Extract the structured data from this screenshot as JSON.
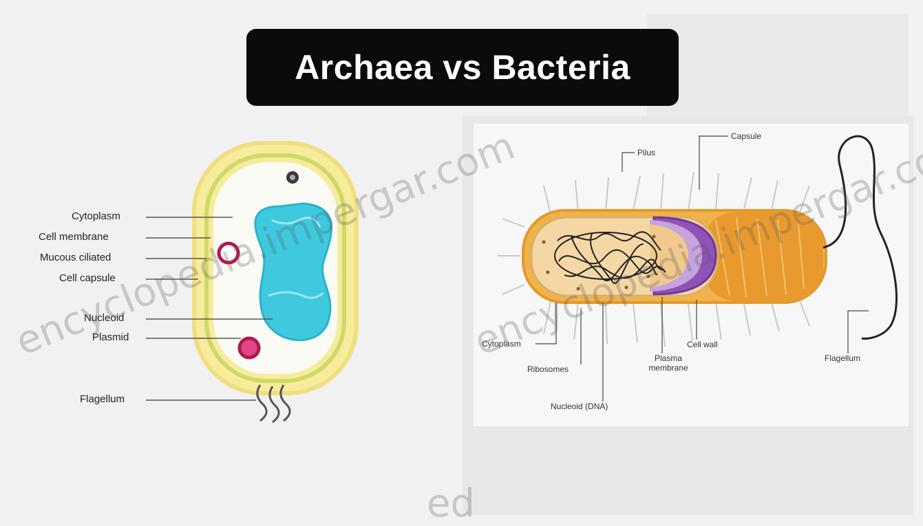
{
  "title": "Archaea vs Bacteria",
  "archaea": {
    "labels": {
      "cytoplasm": "Cytoplasm",
      "cell_membrane": "Cell membrane",
      "mucous": "Mucous ciliated",
      "cell_capsule": "Cell capsule",
      "nucleoid": "Nucleoid",
      "plasmid": "Plasmid",
      "flagellum": "Flagellum"
    }
  },
  "bacteria": {
    "labels": {
      "pilus": "Pilus",
      "capsule": "Capsule",
      "cytoplasm": "Cytoplasm",
      "ribosomes": "Ribosomes",
      "nucleoid_dna": "Nucleoid (DNA)",
      "plasma_membrane": "Plasma membrane",
      "cell_wall": "Cell wall",
      "flagellum": "Flagellum"
    }
  },
  "watermarks": {
    "left_line1": "encyclopedia.impergar.com",
    "right_line1": "encyclopedia.impergar.com",
    "bottom_fragment": "ed"
  },
  "colors": {
    "capsule_yellow": "#f4e79a",
    "wall_green": "#d9e07a",
    "nucleoid_cyan": "#36c8de",
    "plasmid_red": "#b01a4a",
    "bacteria_orange": "#e8a03a",
    "membrane_purple": "#8b4fb0"
  }
}
